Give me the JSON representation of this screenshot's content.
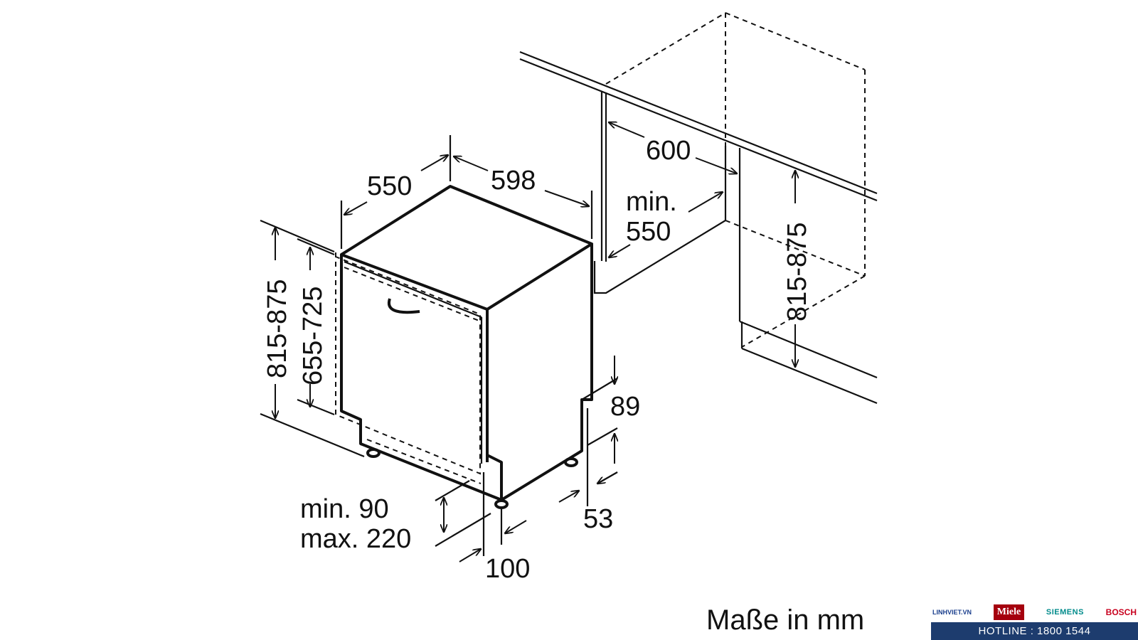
{
  "dimensions": {
    "depth": "550",
    "width": "598",
    "niche_depth": "600",
    "niche_width_min_label": "min.",
    "niche_width_min_value": "550",
    "niche_height": "815-875",
    "height_left": "815-875",
    "door_height": "655-725",
    "plinth_top": "89",
    "plinth_bottom": "53",
    "plinth_height_min": "min. 90",
    "plinth_height_max": "max. 220",
    "plinth_depth": "100"
  },
  "units_label": "Maße in mm",
  "footer": {
    "brands": [
      "LINHVIET.VN",
      "Miele",
      "SIEMENS",
      "BOSCH"
    ],
    "hotline": "HOTLINE : 1800 1544"
  },
  "colors": {
    "line": "#111111",
    "hotline_bg": "#1d3c6e",
    "miele_red": "#a5000e",
    "bosch_red": "#c8001e",
    "siemens_teal": "#008b8b"
  }
}
